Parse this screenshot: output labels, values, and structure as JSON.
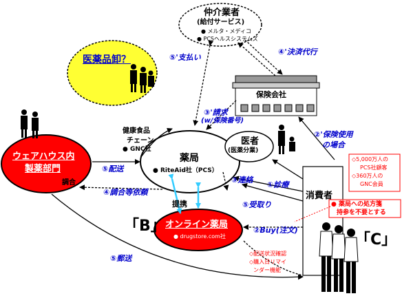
{
  "nodes": {
    "broker": {
      "title": "仲介業者",
      "subtitle": "(給付サービス)",
      "items": [
        "● メルタ・メディコ",
        "● PCSヘルスシステムズ"
      ]
    },
    "wholesaler": {
      "label": "医薬品卸？"
    },
    "warehouse": {
      "line1": "ウェアハウス内",
      "line2": "製薬部門",
      "note": "調合"
    },
    "pharmacy": {
      "title": "薬局",
      "sub": "● RiteAid社（PCS）"
    },
    "doctor": {
      "title": "医者",
      "sub": "(医薬分業)"
    },
    "insurer": {
      "label": "保険会社"
    },
    "health_food": {
      "line1": "健康食品",
      "line2": "チェーン",
      "line3": "● GNC社"
    },
    "consumer": {
      "label": "消費者"
    },
    "online": {
      "title": "オンライン薬局",
      "sub": "● drugstore.com社"
    },
    "stats": {
      "line1": "◇5,000万人の",
      "line2": "PCS社顧客",
      "line3": "◇360万人の",
      "line4": "GNC会員"
    },
    "rx_note": {
      "line1": "● 薬局への処方箋",
      "line2": "持参を不要とする"
    },
    "online_features": {
      "line1": "◇配送状況確認",
      "line2": "◇購入日リマイ",
      "line3": "ンダー機能"
    }
  },
  "flows": {
    "pay": "⑤'支払い",
    "settle": "④'決済代行",
    "claim_l1": "③'請求",
    "claim_l2": "(w/保険番号)",
    "insurance_l1": "②'保険使用",
    "insurance_l2": "の場合",
    "deliver": "⑤配送",
    "contact": "③連絡",
    "consult": "①診療",
    "receive": "⑤受取り",
    "order": "②Buy(注文)",
    "ship": "⑤郵送",
    "mix_request": "④調合等依頼",
    "tieup": "提携"
  },
  "markers": {
    "b": "「B」",
    "c": "「C」"
  },
  "colors": {
    "red": "#ff0000",
    "yellow": "#ffff33",
    "blue": "#0000cc",
    "cyan": "#33ccff"
  }
}
